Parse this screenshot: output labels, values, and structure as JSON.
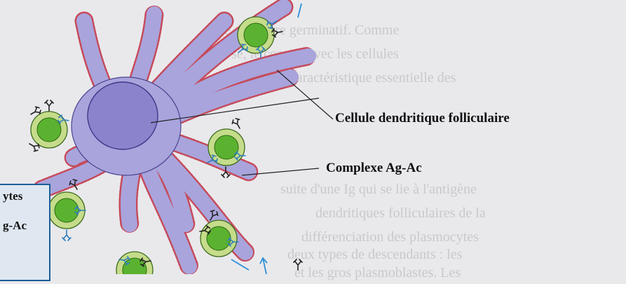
{
  "background_text": [
    "que du centre germinatif. Comme",
    "se, le contact avec les cellules",
    "une caractéristique essentielle des",
    "suite d'une Ig qui se lie à l'antigène",
    "dendritiques folliculaires de la",
    "différenciation des plasmocytes",
    "deux types de descendants : les",
    "et les gros plasmoblastes. Les"
  ],
  "labels": {
    "fdc": "Cellule dendritique folliculaire",
    "complex": "Complexe Ag-Ac"
  },
  "legend_box": {
    "line1": "ytes",
    "line2": "g-Ac"
  },
  "colors": {
    "fdc_body": "#a9a4dc",
    "fdc_nucleus": "#8b84cc",
    "lymphocyte_outer": "#c5dc8a",
    "lymphocyte_inner": "#5bb230",
    "antibody": "#2f7fc1",
    "antigen_dots": "#d33a4a",
    "box_border": "#1b5e97"
  }
}
